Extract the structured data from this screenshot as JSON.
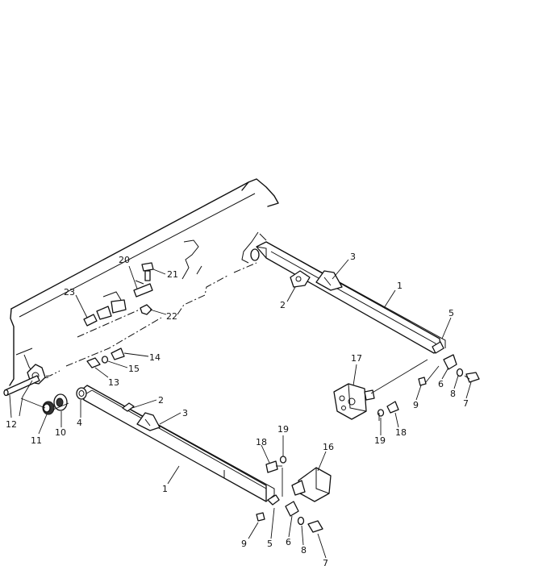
{
  "diagram": {
    "callouts": [
      {
        "id": "c1a",
        "text": "1"
      },
      {
        "id": "c2a",
        "text": "2"
      },
      {
        "id": "c3a",
        "text": "3"
      },
      {
        "id": "c5a",
        "text": "5"
      },
      {
        "id": "c6a",
        "text": "6"
      },
      {
        "id": "c8a",
        "text": "8"
      },
      {
        "id": "c7a",
        "text": "7"
      },
      {
        "id": "c9a",
        "text": "9"
      },
      {
        "id": "c17",
        "text": "17"
      },
      {
        "id": "c18a",
        "text": "18"
      },
      {
        "id": "c19a",
        "text": "19"
      },
      {
        "id": "c20",
        "text": "20"
      },
      {
        "id": "c21",
        "text": "21"
      },
      {
        "id": "c22",
        "text": "22"
      },
      {
        "id": "c23",
        "text": "23"
      },
      {
        "id": "c14",
        "text": "14"
      },
      {
        "id": "c15",
        "text": "15"
      },
      {
        "id": "c13",
        "text": "13"
      },
      {
        "id": "c12",
        "text": "12"
      },
      {
        "id": "c11",
        "text": "11"
      },
      {
        "id": "c10",
        "text": "10"
      },
      {
        "id": "c4",
        "text": "4"
      },
      {
        "id": "c2b",
        "text": "2"
      },
      {
        "id": "c3b",
        "text": "3"
      },
      {
        "id": "c1b",
        "text": "1"
      },
      {
        "id": "c19b",
        "text": "19"
      },
      {
        "id": "c18b",
        "text": "18"
      },
      {
        "id": "c16",
        "text": "16"
      },
      {
        "id": "c9b",
        "text": "9"
      },
      {
        "id": "c5b",
        "text": "5"
      },
      {
        "id": "c6b",
        "text": "6"
      },
      {
        "id": "c8b",
        "text": "8"
      },
      {
        "id": "c7b",
        "text": "7"
      }
    ]
  }
}
